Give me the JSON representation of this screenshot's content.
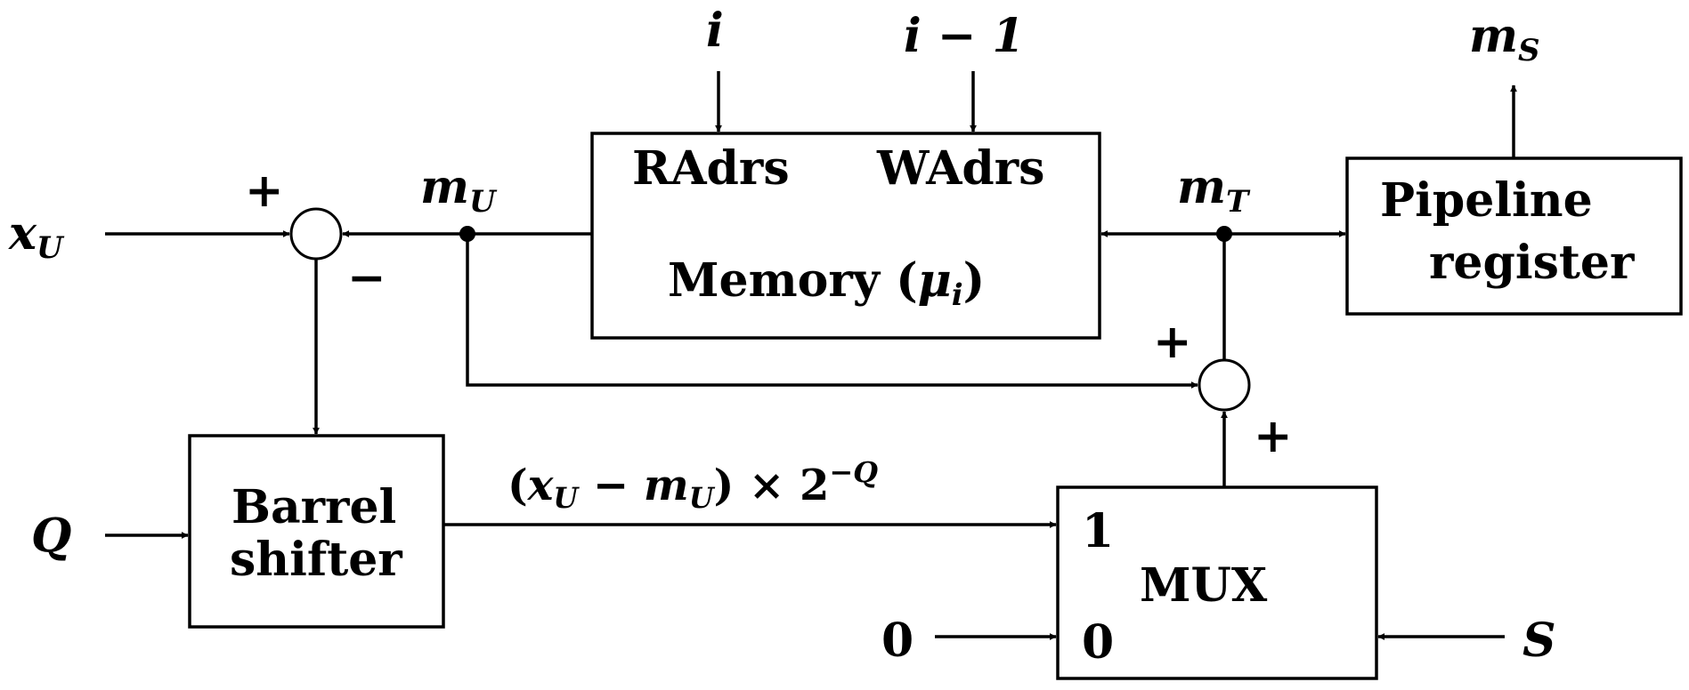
{
  "blocks": {
    "memory": {
      "read_port": "RAdrs",
      "write_port": "WAdrs",
      "title": "Memory (",
      "param": "μ",
      "param_sub": "i",
      "title_end": ")"
    },
    "pipeline": {
      "line1": "Pipeline",
      "line2": "register"
    },
    "barrel": {
      "line1": "Barrel",
      "line2": "shifter"
    },
    "mux": {
      "title": "MUX",
      "input1": "1",
      "input0": "0"
    }
  },
  "signals": {
    "x_u": {
      "base": "x",
      "sub": "U"
    },
    "m_u": {
      "base": "m",
      "sub": "U"
    },
    "m_t": {
      "base": "m",
      "sub": "T"
    },
    "m_s": {
      "base": "m",
      "sub": "S"
    },
    "i": "i",
    "i_minus_1": "i − 1",
    "q": "Q",
    "s": "S",
    "zero": "0",
    "shift_expr": {
      "open": "(",
      "x": "x",
      "x_sub": "U",
      "minus": " − ",
      "m": "m",
      "m_sub": "U",
      "close": ") × 2",
      "exp": "−Q"
    }
  },
  "summers": {
    "top_plus": "+",
    "top_minus": "−",
    "bottom_plus_top": "+",
    "bottom_plus_bottom": "+"
  }
}
